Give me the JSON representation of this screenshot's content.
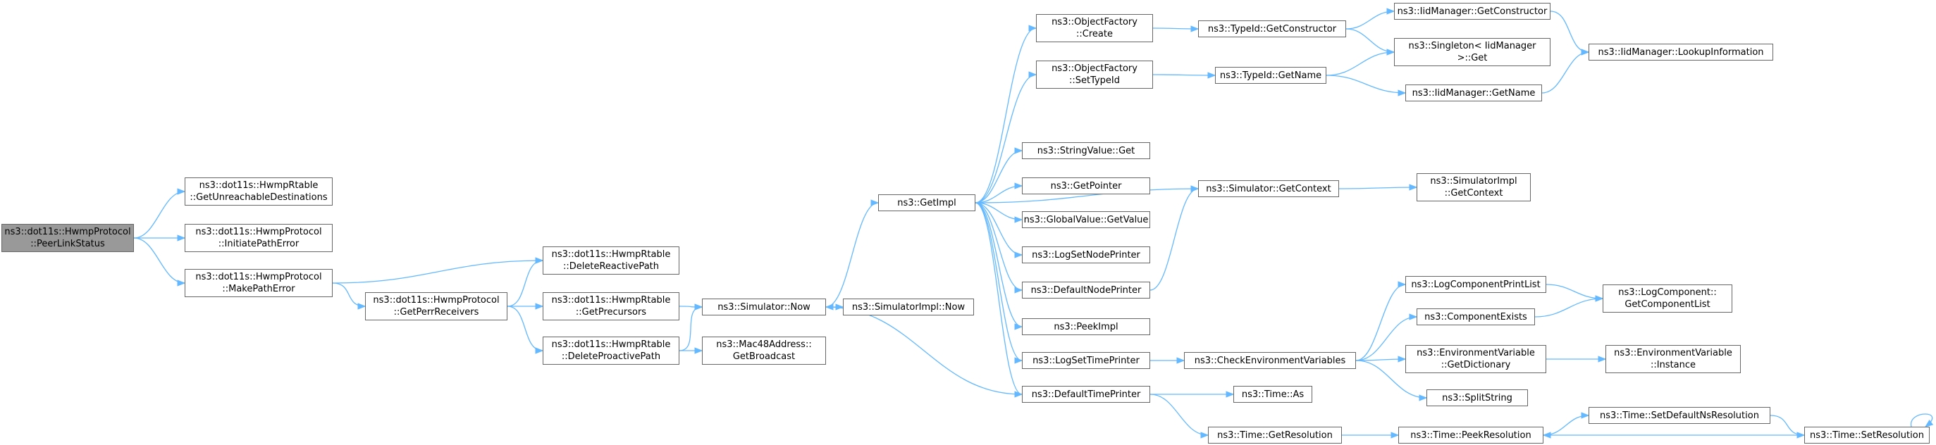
{
  "colors": {
    "edge": "#63b8ff",
    "border": "#666666",
    "root_fill": "#999999",
    "node_fill": "#ffffff"
  },
  "nodes": [
    {
      "id": "root",
      "lines": [
        "ns3::dot11s::HwmpProtocol",
        "::PeerLinkStatus"
      ],
      "root": true
    },
    {
      "id": "getUnreach",
      "lines": [
        "ns3::dot11s::HwmpRtable",
        "::GetUnreachableDestinations"
      ]
    },
    {
      "id": "initPathErr",
      "lines": [
        "ns3::dot11s::HwmpProtocol",
        "::InitiatePathError"
      ]
    },
    {
      "id": "makePathErr",
      "lines": [
        "ns3::dot11s::HwmpProtocol",
        "::MakePathError"
      ]
    },
    {
      "id": "getPerr",
      "lines": [
        "ns3::dot11s::HwmpProtocol",
        "::GetPerrReceivers"
      ]
    },
    {
      "id": "delReactive",
      "lines": [
        "ns3::dot11s::HwmpRtable",
        "::DeleteReactivePath"
      ]
    },
    {
      "id": "getPrecursors",
      "lines": [
        "ns3::dot11s::HwmpRtable",
        "::GetPrecursors"
      ]
    },
    {
      "id": "delProactive",
      "lines": [
        "ns3::dot11s::HwmpRtable",
        "::DeleteProactivePath"
      ]
    },
    {
      "id": "simNow",
      "lines": [
        "ns3::Simulator::Now"
      ]
    },
    {
      "id": "macBroadcast",
      "lines": [
        "ns3::Mac48Address::",
        "GetBroadcast"
      ]
    },
    {
      "id": "simImplNow",
      "lines": [
        "ns3::SimulatorImpl::Now"
      ]
    },
    {
      "id": "getImpl",
      "lines": [
        "ns3::GetImpl"
      ]
    },
    {
      "id": "ofCreate",
      "lines": [
        "ns3::ObjectFactory",
        "::Create"
      ]
    },
    {
      "id": "ofSetTypeId",
      "lines": [
        "ns3::ObjectFactory",
        "::SetTypeId"
      ]
    },
    {
      "id": "strValGet",
      "lines": [
        "ns3::StringValue::Get"
      ]
    },
    {
      "id": "getPointer",
      "lines": [
        "ns3::GetPointer"
      ]
    },
    {
      "id": "gvGetValue",
      "lines": [
        "ns3::GlobalValue::GetValue"
      ]
    },
    {
      "id": "logSetNode",
      "lines": [
        "ns3::LogSetNodePrinter"
      ]
    },
    {
      "id": "defNodePrinter",
      "lines": [
        "ns3::DefaultNodePrinter"
      ]
    },
    {
      "id": "peekImpl",
      "lines": [
        "ns3::PeekImpl"
      ]
    },
    {
      "id": "logSetTime",
      "lines": [
        "ns3::LogSetTimePrinter"
      ]
    },
    {
      "id": "defTimePrinter",
      "lines": [
        "ns3::DefaultTimePrinter"
      ]
    },
    {
      "id": "typeIdGetCtor",
      "lines": [
        "ns3::TypeId::GetConstructor"
      ]
    },
    {
      "id": "typeIdGetName",
      "lines": [
        "ns3::TypeId::GetName"
      ]
    },
    {
      "id": "simGetContext",
      "lines": [
        "ns3::Simulator::GetContext"
      ]
    },
    {
      "id": "checkEnv",
      "lines": [
        "ns3::CheckEnvironmentVariables"
      ]
    },
    {
      "id": "timeAs",
      "lines": [
        "ns3::Time::As"
      ]
    },
    {
      "id": "timeGetRes",
      "lines": [
        "ns3::Time::GetResolution"
      ]
    },
    {
      "id": "iidGetCtor",
      "lines": [
        "ns3::IidManager::GetConstructor"
      ]
    },
    {
      "id": "singletonGet",
      "lines": [
        "ns3::Singleton< IidManager",
        " >::Get"
      ]
    },
    {
      "id": "iidGetName",
      "lines": [
        "ns3::IidManager::GetName"
      ]
    },
    {
      "id": "iidLookup",
      "lines": [
        "ns3::IidManager::LookupInformation"
      ]
    },
    {
      "id": "simImplGetCtx",
      "lines": [
        "ns3::SimulatorImpl",
        "::GetContext"
      ]
    },
    {
      "id": "logCompPrint",
      "lines": [
        "ns3::LogComponentPrintList"
      ]
    },
    {
      "id": "compExists",
      "lines": [
        "ns3::ComponentExists"
      ]
    },
    {
      "id": "envGetDict",
      "lines": [
        "ns3::EnvironmentVariable",
        "::GetDictionary"
      ]
    },
    {
      "id": "splitString",
      "lines": [
        "ns3::SplitString"
      ]
    },
    {
      "id": "timePeekRes",
      "lines": [
        "ns3::Time::PeekResolution"
      ]
    },
    {
      "id": "logCompGetList",
      "lines": [
        "ns3::LogComponent::",
        "GetComponentList"
      ]
    },
    {
      "id": "envInstance",
      "lines": [
        "ns3::EnvironmentVariable",
        "::Instance"
      ]
    },
    {
      "id": "timeSetDefNs",
      "lines": [
        "ns3::Time::SetDefaultNsResolution"
      ]
    },
    {
      "id": "timeSetRes",
      "lines": [
        "ns3::Time::SetResolution"
      ]
    }
  ],
  "edges": [
    [
      "root",
      "getUnreach"
    ],
    [
      "root",
      "initPathErr"
    ],
    [
      "root",
      "makePathErr"
    ],
    [
      "makePathErr",
      "delReactive"
    ],
    [
      "makePathErr",
      "getPerr"
    ],
    [
      "getPerr",
      "delReactive"
    ],
    [
      "getPerr",
      "getPrecursors"
    ],
    [
      "getPerr",
      "delProactive"
    ],
    [
      "getPrecursors",
      "simNow"
    ],
    [
      "delProactive",
      "simNow"
    ],
    [
      "delProactive",
      "macBroadcast"
    ],
    [
      "simNow",
      "simImplNow"
    ],
    [
      "simNow",
      "getImpl"
    ],
    [
      "getImpl",
      "ofCreate"
    ],
    [
      "getImpl",
      "ofSetTypeId"
    ],
    [
      "getImpl",
      "simGetContext"
    ],
    [
      "getImpl",
      "strValGet"
    ],
    [
      "getImpl",
      "getPointer"
    ],
    [
      "getImpl",
      "gvGetValue"
    ],
    [
      "getImpl",
      "logSetNode"
    ],
    [
      "getImpl",
      "defNodePrinter"
    ],
    [
      "getImpl",
      "peekImpl"
    ],
    [
      "getImpl",
      "logSetTime"
    ],
    [
      "getImpl",
      "defTimePrinter"
    ],
    [
      "defTimePrinter",
      "simNow"
    ],
    [
      "ofCreate",
      "typeIdGetCtor"
    ],
    [
      "typeIdGetCtor",
      "iidGetCtor"
    ],
    [
      "typeIdGetCtor",
      "singletonGet"
    ],
    [
      "iidGetCtor",
      "iidLookup"
    ],
    [
      "ofSetTypeId",
      "typeIdGetName"
    ],
    [
      "typeIdGetName",
      "singletonGet"
    ],
    [
      "typeIdGetName",
      "iidGetName"
    ],
    [
      "iidGetName",
      "iidLookup"
    ],
    [
      "defNodePrinter",
      "simGetContext"
    ],
    [
      "simGetContext",
      "simImplGetCtx"
    ],
    [
      "logSetTime",
      "checkEnv"
    ],
    [
      "checkEnv",
      "logCompPrint"
    ],
    [
      "checkEnv",
      "compExists"
    ],
    [
      "checkEnv",
      "envGetDict"
    ],
    [
      "checkEnv",
      "splitString"
    ],
    [
      "logCompPrint",
      "logCompGetList"
    ],
    [
      "compExists",
      "logCompGetList"
    ],
    [
      "envGetDict",
      "envInstance"
    ],
    [
      "defTimePrinter",
      "timeAs"
    ],
    [
      "defTimePrinter",
      "timeGetRes"
    ],
    [
      "timeGetRes",
      "timePeekRes"
    ],
    [
      "timePeekRes",
      "timeSetDefNs"
    ],
    [
      "timeSetDefNs",
      "timeSetRes"
    ],
    [
      "timeSetRes",
      "timePeekRes"
    ],
    [
      "timeSetRes",
      "timeSetRes"
    ]
  ]
}
